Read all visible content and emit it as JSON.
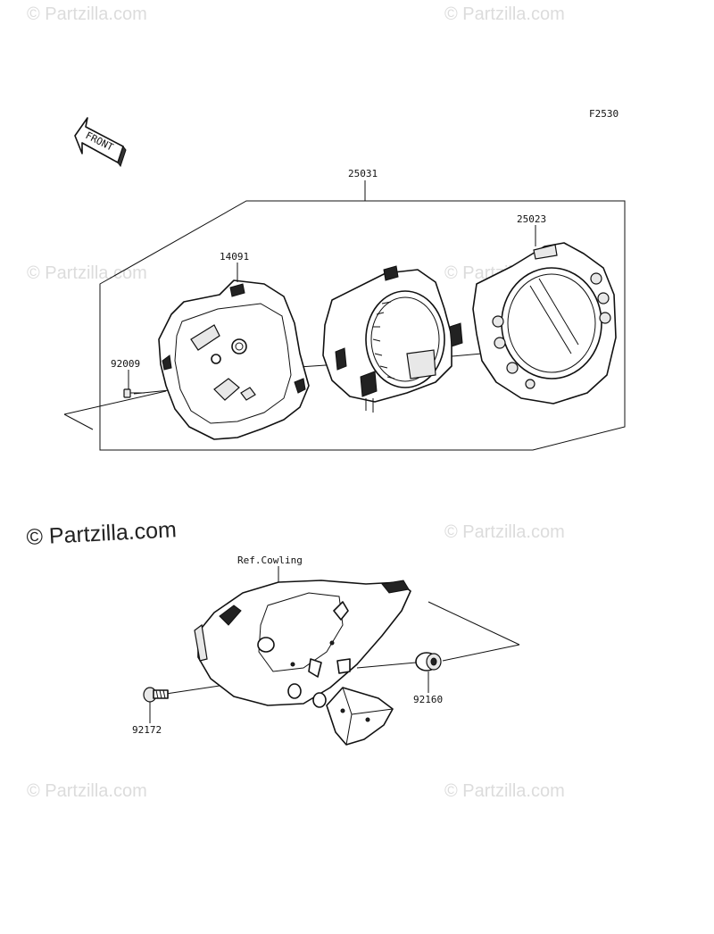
{
  "diagram_code": "F2530",
  "front_label": "FRONT",
  "watermark_text": "© Partzilla.com",
  "main_watermark": "© Partzilla.com",
  "labels": {
    "assembly": "25031",
    "meter_case": "14091",
    "meter_cover": "25023",
    "screw": "92009",
    "ref_cowling": "Ref.Cowling",
    "damper": "92160",
    "bolt": "92172"
  }
}
